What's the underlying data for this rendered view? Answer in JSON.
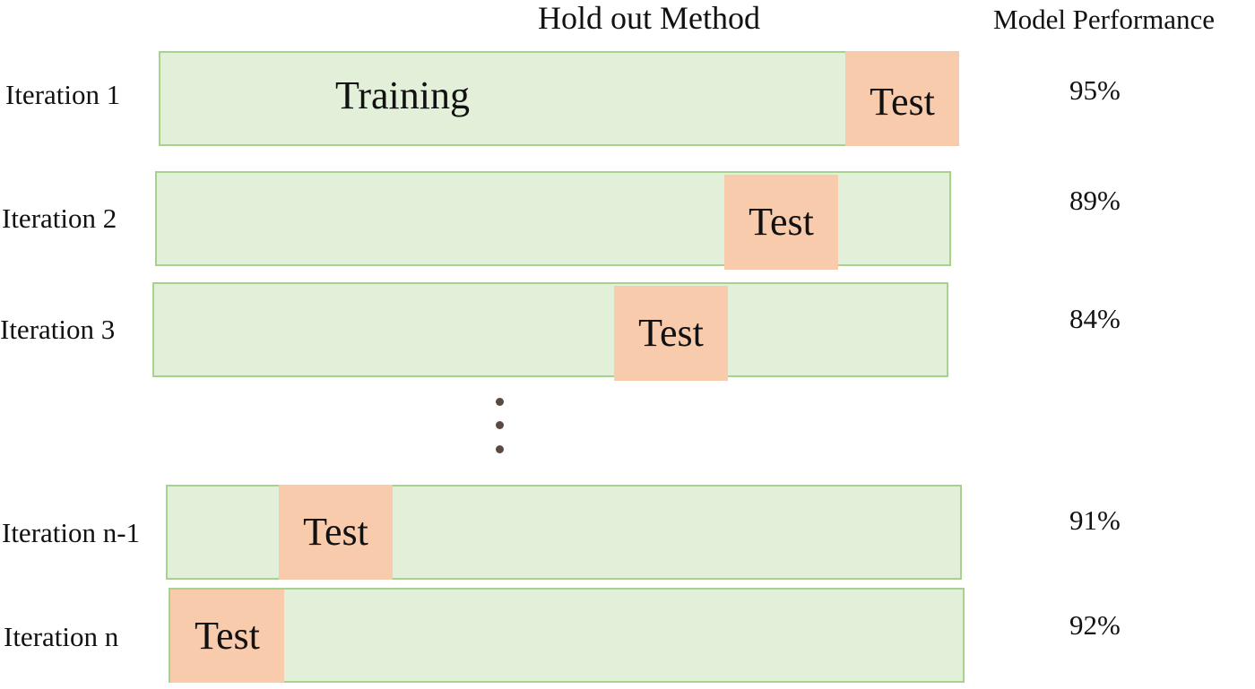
{
  "title": "Hold out Method",
  "performance_header": "Model Performance",
  "training_label": "Training",
  "test_label": "Test",
  "iterations": [
    {
      "label": "Iteration 1",
      "performance": "95%"
    },
    {
      "label": "Iteration 2",
      "performance": "89%"
    },
    {
      "label": "Iteration 3",
      "performance": "84%"
    },
    {
      "label": "Iteration n-1",
      "performance": "91%"
    },
    {
      "label": "Iteration n",
      "performance": "92%"
    }
  ],
  "colors": {
    "training_fill": "#e2efd9",
    "training_border": "#a9d18e",
    "test_fill": "#f8cbad"
  }
}
